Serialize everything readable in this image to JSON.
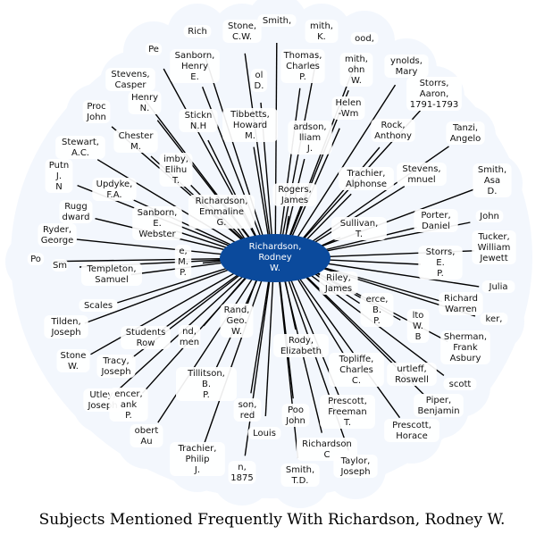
{
  "caption": "Subjects Mentioned Frequently With Richardson, Rodney W.",
  "colors": {
    "center": "#0b4a9c",
    "cloud": "#f3f7fd",
    "edge": "#000000",
    "background": "#ffffff"
  },
  "center": {
    "label": [
      "Richardson,",
      "Rodney",
      "W."
    ]
  },
  "nodes": [
    {
      "label": [
        "Rich"
      ]
    },
    {
      "label": [
        "Stone,",
        "C.W."
      ]
    },
    {
      "label": [
        "Smith,"
      ]
    },
    {
      "label": [
        "mith,",
        "K."
      ]
    },
    {
      "label": [
        "ood,"
      ]
    },
    {
      "label": [
        "Pe"
      ]
    },
    {
      "label": [
        "Sanborn,",
        "Henry",
        "E."
      ]
    },
    {
      "label": [
        "Thomas,",
        "Charles",
        "P."
      ]
    },
    {
      "label": [
        "mith,",
        "ohn",
        "W."
      ]
    },
    {
      "label": [
        "ynolds,",
        "Mary"
      ]
    },
    {
      "label": [
        "Stevens,",
        "Casper"
      ]
    },
    {
      "label": [
        "ol",
        "D."
      ]
    },
    {
      "label": [
        "Storrs,",
        "Aaron,",
        "1791-1793"
      ]
    },
    {
      "label": [
        "Henry",
        "N."
      ]
    },
    {
      "label": [
        "Proc",
        "John"
      ]
    },
    {
      "label": [
        "Stickn",
        "N.H"
      ]
    },
    {
      "label": [
        "Tibbetts,",
        "Howard",
        "M."
      ]
    },
    {
      "label": [
        "Helen",
        "-Wm"
      ]
    },
    {
      "label": [
        "Rock,",
        "Anthony"
      ]
    },
    {
      "label": [
        "Tanzi,",
        "Angelo"
      ]
    },
    {
      "label": [
        "Chester",
        "M."
      ]
    },
    {
      "label": [
        "ardson,",
        "lliam",
        "J."
      ]
    },
    {
      "label": [
        "Stewart,",
        "A.C."
      ]
    },
    {
      "label": [
        "imby,",
        "Elihu",
        "T."
      ]
    },
    {
      "label": [
        "Stevens,",
        "mnuel"
      ]
    },
    {
      "label": [
        "Smith,",
        "Asa",
        "D."
      ]
    },
    {
      "label": [
        "Putn",
        "J.",
        "N"
      ]
    },
    {
      "label": [
        "Updyke,",
        "F.A."
      ]
    },
    {
      "label": [
        "Trachier,",
        "Alphonse"
      ]
    },
    {
      "label": [
        "Rogers,",
        "James"
      ]
    },
    {
      "label": [
        "Richardson,",
        "Emmaline",
        "G."
      ]
    },
    {
      "label": [
        "Rugg",
        "dward"
      ]
    },
    {
      "label": [
        "Sanborn,",
        "E.",
        "Webster"
      ]
    },
    {
      "label": [
        "John"
      ]
    },
    {
      "label": [
        "Porter,",
        "Daniel"
      ]
    },
    {
      "label": [
        "Ryder,",
        "George"
      ]
    },
    {
      "label": [
        "Sullivan,",
        "T."
      ]
    },
    {
      "label": [
        "Tucker,",
        "William",
        "Jewett"
      ]
    },
    {
      "label": [
        "Po"
      ]
    },
    {
      "label": [
        "Sm"
      ]
    },
    {
      "label": [
        "e,",
        "M.",
        "P."
      ]
    },
    {
      "label": [
        "Storrs,",
        "E.",
        "P."
      ]
    },
    {
      "label": [
        "Templeton,",
        "Samuel"
      ]
    },
    {
      "label": [
        "Julia"
      ]
    },
    {
      "label": [
        "Riley,",
        "James"
      ]
    },
    {
      "label": [
        "Richard",
        "Warren"
      ]
    },
    {
      "label": [
        "erce,",
        "B.",
        "P."
      ]
    },
    {
      "label": [
        "Scales"
      ]
    },
    {
      "label": [
        "ker,"
      ]
    },
    {
      "label": [
        "Tilden,",
        "Joseph"
      ]
    },
    {
      "label": [
        "Rand,",
        "Geo.",
        "W."
      ]
    },
    {
      "label": [
        "lto",
        "W.",
        "B"
      ]
    },
    {
      "label": [
        "Students",
        "Row"
      ]
    },
    {
      "label": [
        "nd,",
        "men"
      ]
    },
    {
      "label": [
        "Sherman,",
        "Frank",
        "Asbury"
      ]
    },
    {
      "label": [
        "Rody,",
        "Elizabeth"
      ]
    },
    {
      "label": [
        "Stone",
        "W."
      ]
    },
    {
      "label": [
        "Tracy,",
        "Joseph"
      ]
    },
    {
      "label": [
        "Topliffe,",
        "Charles",
        "C."
      ]
    },
    {
      "label": [
        "urtleff,",
        "Roswell"
      ]
    },
    {
      "label": [
        "scott"
      ]
    },
    {
      "label": [
        "Tillitson,",
        "B.",
        "P."
      ]
    },
    {
      "label": [
        "Utley,",
        "Joseph"
      ]
    },
    {
      "label": [
        "encer,",
        "ank",
        "P."
      ]
    },
    {
      "label": [
        "Piper,",
        "Benjamin"
      ]
    },
    {
      "label": [
        "son,",
        "red"
      ]
    },
    {
      "label": [
        "Poo",
        "John"
      ]
    },
    {
      "label": [
        "Prescott,",
        "Freeman",
        "T."
      ]
    },
    {
      "label": [
        "Prescott,",
        "Horace"
      ]
    },
    {
      "label": [
        "Louis"
      ]
    },
    {
      "label": [
        "obert",
        "Au"
      ]
    },
    {
      "label": [
        "Trachier,",
        "Philip",
        "J."
      ]
    },
    {
      "label": [
        "Richardson",
        "C"
      ]
    },
    {
      "label": [
        "n,",
        "1875"
      ]
    },
    {
      "label": [
        "Smith,",
        "T.D."
      ]
    },
    {
      "label": [
        "Taylor,",
        "Joseph"
      ]
    }
  ]
}
